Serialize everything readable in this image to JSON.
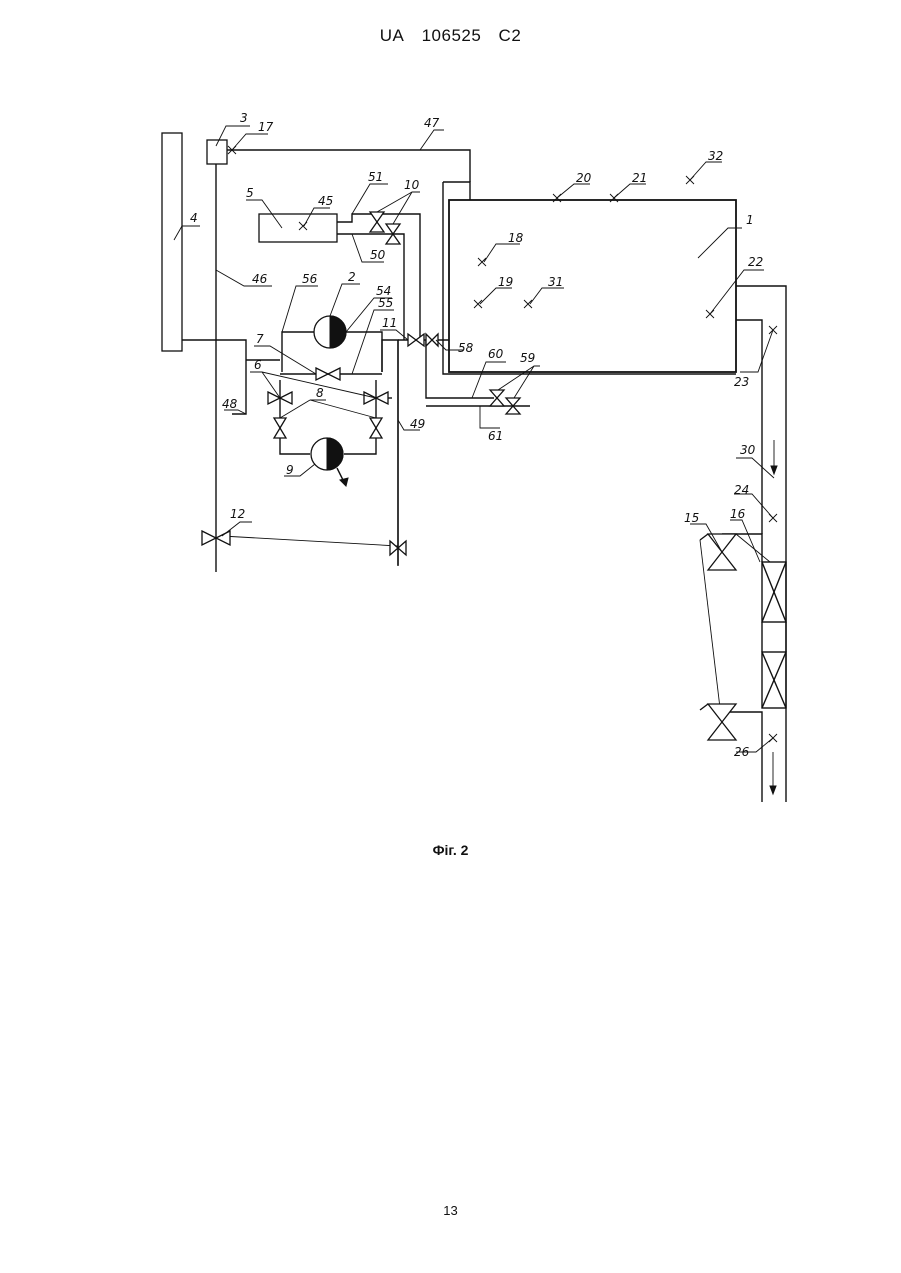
{
  "header": {
    "country": "UA",
    "number": "106525",
    "kind": "C2"
  },
  "figure": {
    "caption": "Фіг. 2",
    "labels": [
      "1",
      "2",
      "3",
      "4",
      "5",
      "6",
      "7",
      "8",
      "9",
      "10",
      "11",
      "12",
      "15",
      "16",
      "17",
      "18",
      "19",
      "20",
      "21",
      "22",
      "23",
      "24",
      "26",
      "30",
      "31",
      "32",
      "45",
      "46",
      "47",
      "48",
      "49",
      "50",
      "51",
      "54",
      "55",
      "56",
      "58",
      "59",
      "60",
      "61"
    ]
  },
  "page_number": "13"
}
